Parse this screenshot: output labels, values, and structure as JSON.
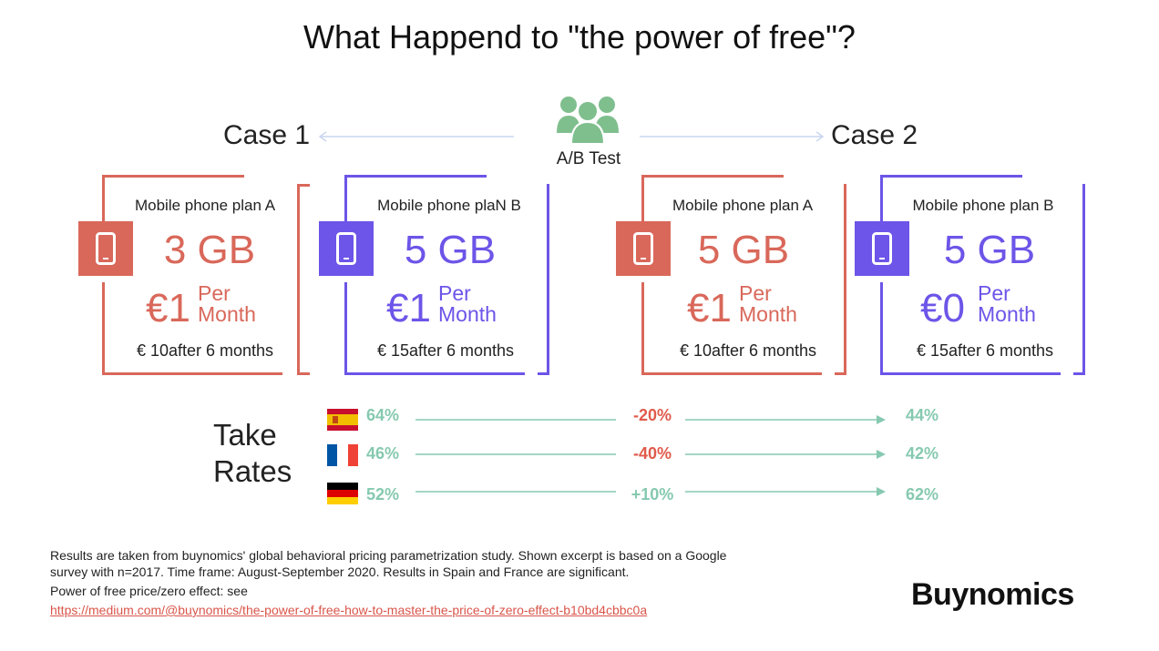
{
  "title": "What Happend to \"the power of free\"?",
  "ab_test_label": "A/B Test",
  "colors": {
    "red": "#d9685a",
    "purple": "#6c55e8",
    "green_icon": "#7fbf8e",
    "teal": "#86c9b0",
    "diff": "#e05a4b"
  },
  "cases": [
    {
      "label": "Case 1",
      "plans": [
        {
          "name": "Mobile phone plan A",
          "data": "3 GB",
          "price": "€1",
          "per": "Per",
          "month": "Month",
          "after": "€ 10after 6 months",
          "color": "red"
        },
        {
          "name": "Mobile phone plaN B",
          "data": "5 GB",
          "price": "€1",
          "per": "Per",
          "month": "Month",
          "after": "€ 15after 6 months",
          "color": "purple"
        }
      ]
    },
    {
      "label": "Case 2",
      "plans": [
        {
          "name": "Mobile phone plan A",
          "data": "5 GB",
          "price": "€1",
          "per": "Per",
          "month": "Month",
          "after": "€ 10after 6 months",
          "color": "red"
        },
        {
          "name": "Mobile phone plan B",
          "data": "5 GB",
          "price": "€0",
          "per": "Per",
          "month": "Month",
          "after": "€ 15after 6 months",
          "color": "purple"
        }
      ]
    }
  ],
  "take_rates": {
    "label_line1": "Take",
    "label_line2": "Rates",
    "rows": [
      {
        "flag": "spain-flag",
        "case1": "64%",
        "change": "-20%",
        "case2": "44%"
      },
      {
        "flag": "france-flag",
        "case1": "46%",
        "change": "-40%",
        "case2": "42%"
      },
      {
        "flag": "germany-flag",
        "case1": "52%",
        "change": "+10%",
        "case2": "62%"
      }
    ]
  },
  "footnote": {
    "line1": "Results are taken from buynomics' global behavioral pricing parametrization study. Shown excerpt is based on a Google",
    "line2": "survey with n=2017. Time frame: August-September 2020. Results in Spain and France are significant.",
    "line3": "Power of free price/zero effect: see",
    "link": "https://medium.com/@buynomics/the-power-of-free-how-to-master-the-price-of-zero-effect-b10bd4cbbc0a"
  },
  "brand": "Buynomics"
}
